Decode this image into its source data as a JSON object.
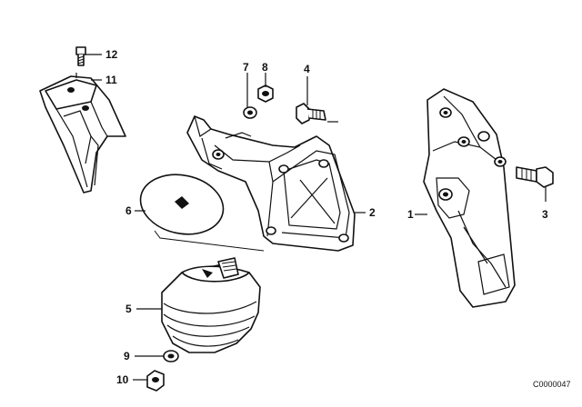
{
  "diagram": {
    "callouts": {
      "c1": "1",
      "c2": "2",
      "c3": "3",
      "c4": "4",
      "c5": "5",
      "c6": "6",
      "c7": "7",
      "c8": "8",
      "c9": "9",
      "c10": "10",
      "c11": "11",
      "c12": "12"
    },
    "image_code": "C0000047"
  }
}
